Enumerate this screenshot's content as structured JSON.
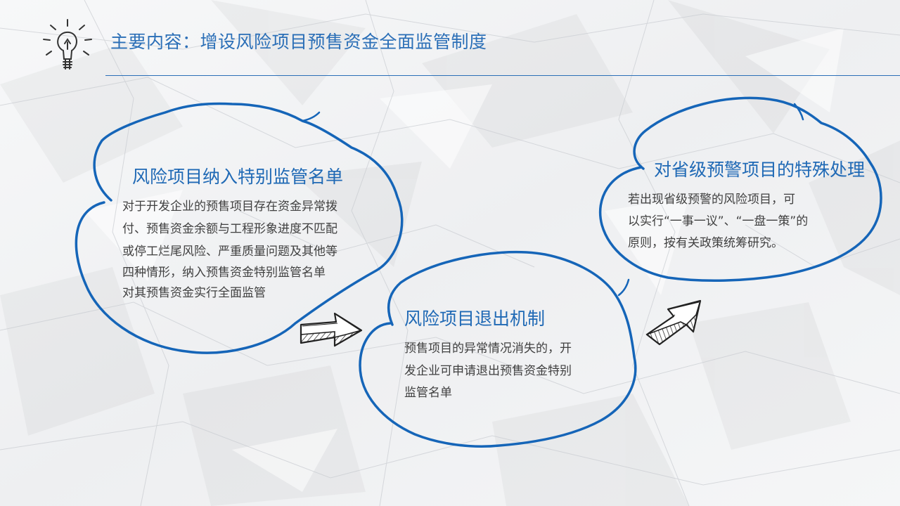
{
  "header": {
    "title": "主要内容：增设风险项目预售资金全面监管制度"
  },
  "colors": {
    "accent": "#2b6fb7",
    "cloud_stroke": "#1565b8",
    "body_text": "#404040"
  },
  "icons": {
    "header": "lightbulb-icon",
    "arrows": "hand-drawn-arrow-icon"
  },
  "cards": {
    "watchlist": {
      "title": "风险项目纳入特别监管名单",
      "lines": [
        "对于开发企业的预售项目存在资金异常拨",
        "付、预售资金余额与工程形象进度不匹配",
        "或停工烂尾风险、严重质量问题及其他等",
        "四种情形，纳入预售资金特别监管名单",
        "对其预售资金实行全面监管"
      ]
    },
    "exit": {
      "title": "风险项目退出机制",
      "lines": [
        "预售项目的异常情况消失的，开",
        "发企业可申请退出预售资金特别",
        "监管名单"
      ]
    },
    "provincial": {
      "title": "对省级预警项目的特殊处理",
      "lines": [
        "若出现省级预警的风险项目，可",
        "以实行“一事一议”、“一盘一策”的",
        "原则，按有关政策统筹研究。"
      ]
    }
  }
}
